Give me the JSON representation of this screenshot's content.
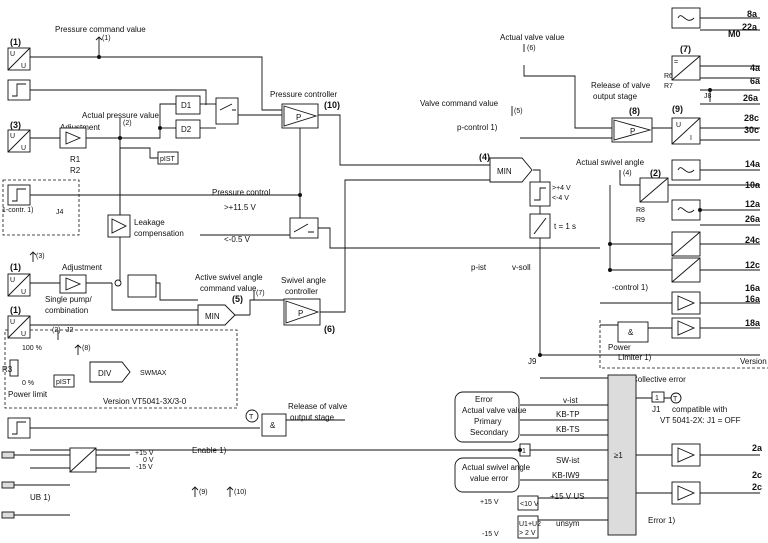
{
  "labels": {
    "n1": "(1)",
    "n2": "(2)",
    "n3": "(3)",
    "n4": "(4)",
    "n5": "(5)",
    "n6": "(6)",
    "n7": "(7)",
    "n8": "(8)",
    "n9": "(9)",
    "n10": "(10)",
    "u": "U",
    "i": "I",
    "eq": "=",
    "p": "P",
    "pressure_command_value": "Pressure command value",
    "actual_pressure_value": "Actual pressure value",
    "adjustment": "Adjustment",
    "r1": "R1",
    "r2": "R2",
    "r3": "R3",
    "r6": "R6",
    "r7": "R7",
    "r8": "R8",
    "r9": "R9",
    "d1": "D1",
    "d2": "D2",
    "pist": "pIST",
    "pressure_controller": "Pressure controller",
    "pressure_control": "Pressure control",
    "v_plus": ">+11.5 V",
    "v_minus": "<-0.5 V",
    "leakage": "Leakage",
    "compensation": "compensation",
    "contr": "1-contr. 1)",
    "j4": "J4",
    "j2": "J2",
    "j8": "J8",
    "j9": "J9",
    "j1": "J1",
    "single_pump": "Single pump/",
    "combination": "combination",
    "p100": "100 %",
    "p0": "0 %",
    "power_limit": "Power limit",
    "div": "DIV",
    "sw_max": "SWMAX",
    "version_vt": "Version VT5041-3X/3-0",
    "min": "MIN",
    "active_swivel": "Active swivel angle",
    "command_value": "command value",
    "swivel_angle": "Swivel angle",
    "controller": "controller",
    "valve_command_value": "Valve command value",
    "p_control": "p-control 1)",
    "v4p": ">+4 V",
    "v4m": "<-4 V",
    "t1s": "t = 1 s",
    "p_ist": "p-ist",
    "v_soll": "v-soll",
    "actual_valve_value": "Actual valve value",
    "release_valve": "Release of valve",
    "output_stage": "output stage",
    "output_stage_lc": "output stage",
    "actual_swivel_angle": "Actual swivel angle",
    "control": "-control 1)",
    "amp": "&",
    "power": "Power",
    "limiter": "Limiter 1)",
    "version": "Version",
    "tau": "T",
    "enable": "Enable 1)",
    "p15v": "+15 V",
    "v0": "0 V",
    "m15v": "-15 V",
    "ub": "UB 1)",
    "collective_error": "Collective error",
    "ge1": "≥1",
    "one": "1",
    "compatible": "compatible with",
    "vt5041": "VT 5041-2X: J1 = OFF",
    "error": "Error 1)",
    "error_title": "Error",
    "primary": "Primary",
    "secondary": "Secondary",
    "v_ist": "v-ist",
    "kb_tp": "KB-TP",
    "kb_ts": "KB-TS",
    "actual_swivel_angle_short": "Actual swivel angle",
    "value_error": "value error",
    "sw_ist": "SW-ist",
    "kb_iw9": "KB-IW9",
    "p15v_us": "+15 V US",
    "unsym": "unsym",
    "lt10v": "<10 V",
    "j1u2": "U1+U2",
    "gt2v": "> 2 V"
  },
  "pins": {
    "a8": "8a",
    "a22": "22a",
    "m0": "M0",
    "a4": "4a",
    "a6": "6a",
    "a26": "26a",
    "c28": "28c",
    "c30": "30c",
    "a14": "14a",
    "a10": "10a",
    "a12": "12a",
    "a26b": "26a",
    "c24": "24c",
    "c12": "12c",
    "a16": "16a",
    "a16b": "16a",
    "a18": "18a",
    "a2": "2a",
    "c2": "2c",
    "c2b": "2c"
  }
}
